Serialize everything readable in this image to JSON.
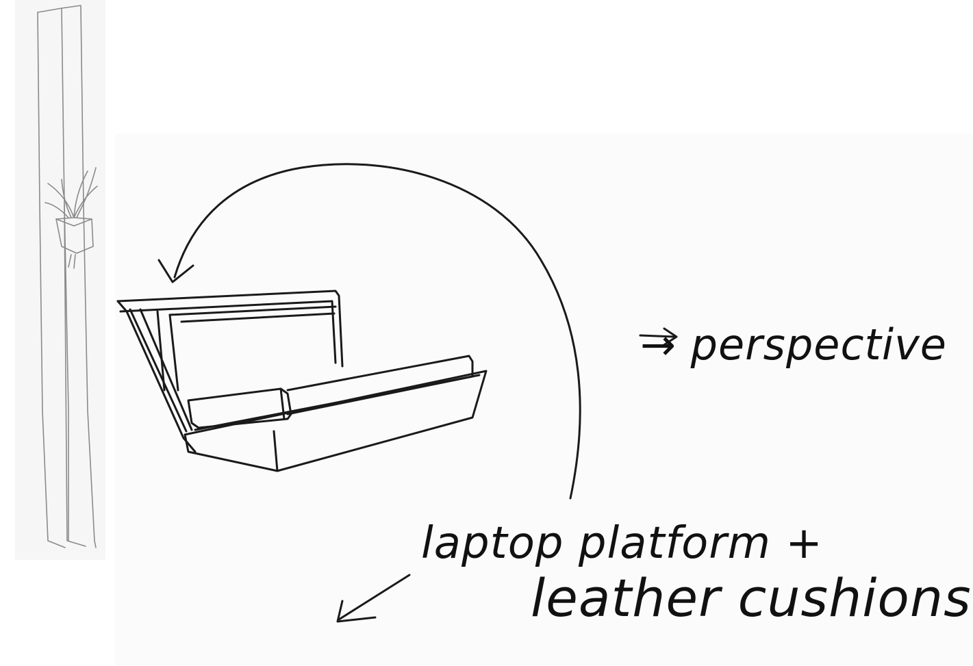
{
  "sketch": {
    "annotations": {
      "perspective": "→ perspective",
      "platform_line1": "laptop platform +",
      "platform_line2": "leather cushions"
    }
  },
  "colors": {
    "paper": "#fdfdfd",
    "ink": "#1a1a1a",
    "pencil": "#8a8a8a"
  }
}
